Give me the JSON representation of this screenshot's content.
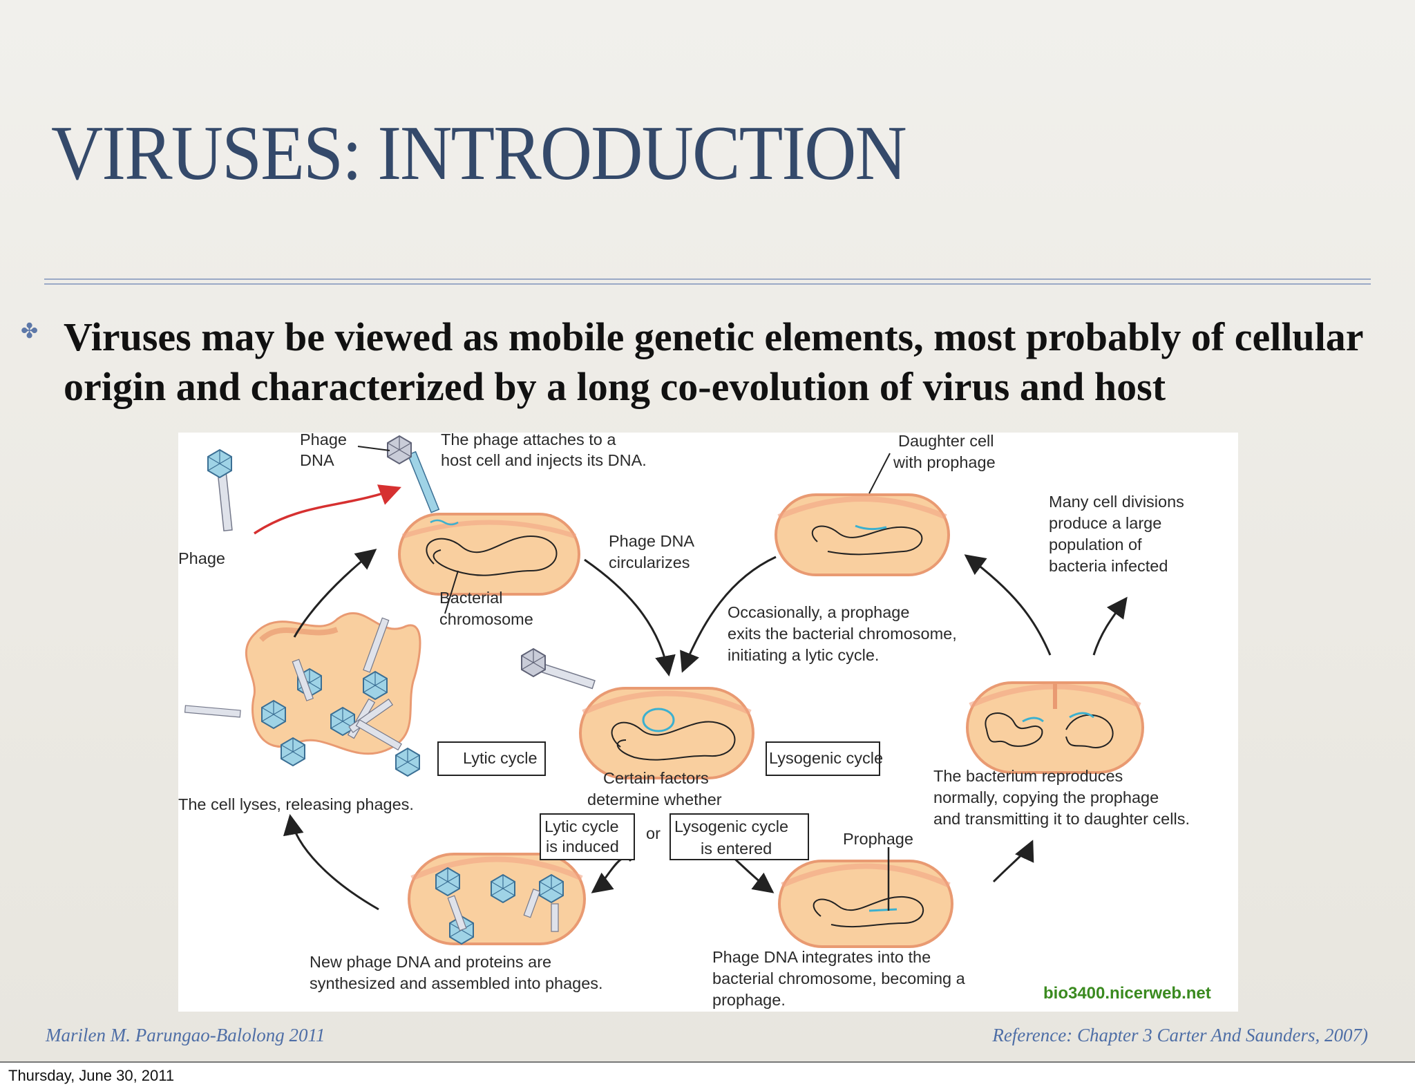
{
  "slide": {
    "title": "VIRUSES: INTRODUCTION",
    "bullet": "Viruses may be viewed as mobile genetic elements, most probably of cellular origin and characterized by a long co-evolution of virus and host",
    "footer_left": "Marilen M. Parungao-Balolong  2011",
    "footer_right": "Reference: Chapter 3 Carter And Saunders, 2007)",
    "date": "Thursday, June 30, 2011"
  },
  "diagram": {
    "phage_dna": [
      "Phage",
      "DNA"
    ],
    "attach": [
      "The phage attaches to a",
      "host cell and injects its DNA."
    ],
    "phage": "Phage",
    "daughter_cell": [
      "Daughter cell",
      "with prophage"
    ],
    "many_divisions": [
      "Many cell divisions",
      "produce a large",
      "population of",
      "bacteria infected"
    ],
    "circularizes": [
      "Phage DNA",
      "circularizes"
    ],
    "bacterial_chromosome": [
      "Bacterial",
      "chromosome"
    ],
    "occasionally": [
      "Occasionally, a prophage",
      "exits the bacterial chromosome,",
      "initiating a lytic cycle."
    ],
    "lytic_cycle": "Lytic cycle",
    "lysogenic_cycle": "Lysogenic cycle",
    "certain_factors": [
      "Certain factors",
      "determine whether"
    ],
    "lytic_induced": [
      "Lytic cycle",
      "is induced"
    ],
    "or": "or",
    "lysogenic_entered": [
      "Lysogenic cycle",
      "is entered"
    ],
    "cell_lyses": "The cell lyses, releasing phages.",
    "reproduces": [
      "The bacterium reproduces",
      "normally, copying the prophage",
      "and transmitting it to daughter cells."
    ],
    "prophage": "Prophage",
    "new_phage": [
      "New phage DNA and proteins are",
      "synthesized and assembled into phages."
    ],
    "integrates": [
      "Phage DNA integrates into the",
      "bacterial chromosome, becoming a",
      "prophage."
    ],
    "credit": "bio3400.nicerweb.net"
  },
  "colors": {
    "title": "#34496a",
    "rule": "#9aa9c6",
    "footer": "#4e6ea6",
    "cell_fill": "#f9cf9f",
    "cell_edge": "#e99a72",
    "phage_dna": "#3cb0cf",
    "red_arrow": "#d63030",
    "credit": "#3a8a1f"
  }
}
